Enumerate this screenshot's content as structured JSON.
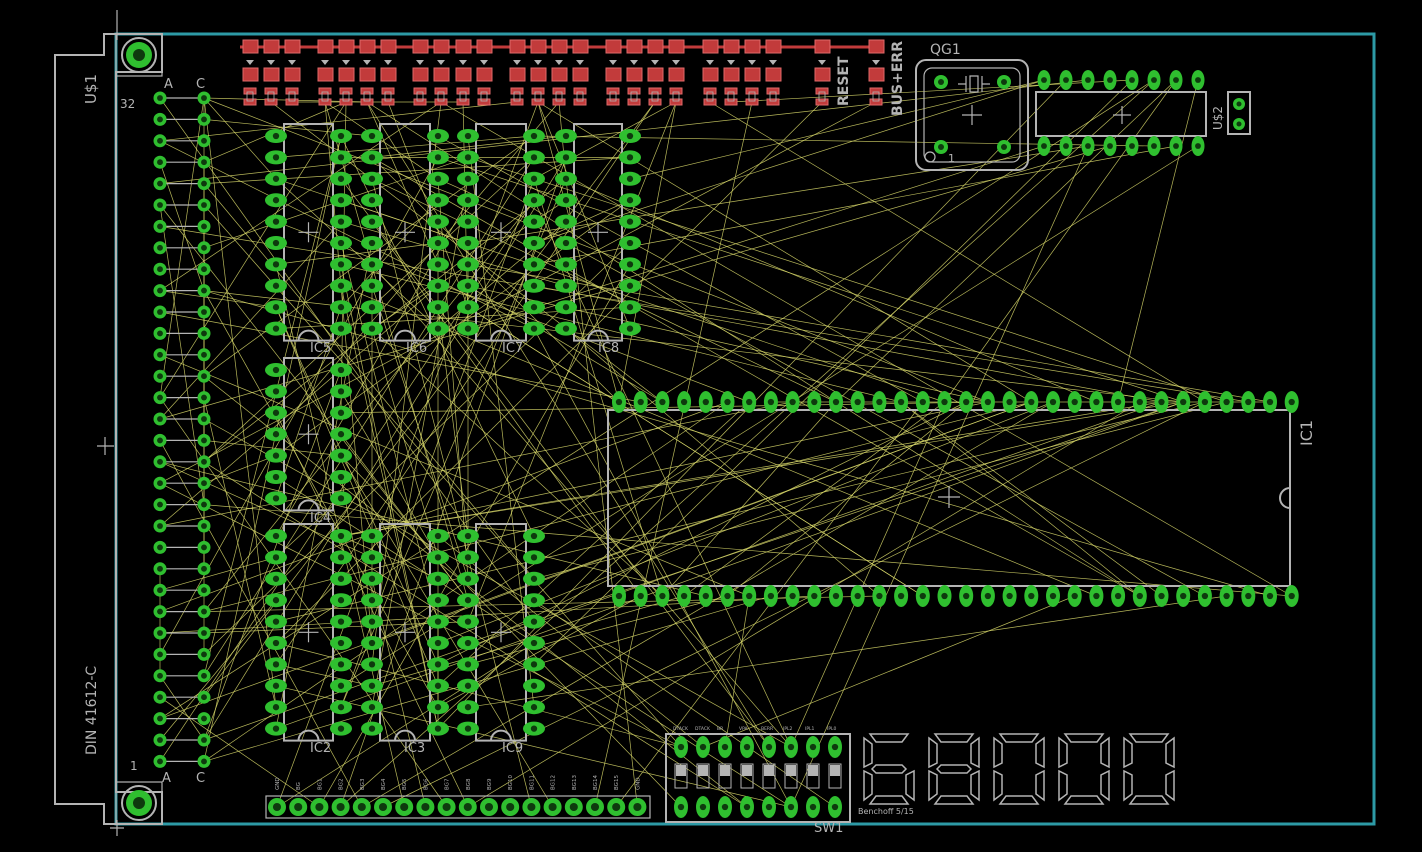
{
  "labels": {
    "connector_ref": "U$1",
    "connector_type": "DIN 41612-C",
    "row_a": "A",
    "row_c": "C",
    "pin_top": "32",
    "pin_bottom": "1",
    "osc_ref": "QG1",
    "osc_pin": "1",
    "u2_ref": "U$2",
    "reset": "RESET",
    "bus_err": "BUS+ERR",
    "cpu_ref": "IC1",
    "ic2": "IC2",
    "ic3": "IC3",
    "ic4": "IC4",
    "ic5": "IC5",
    "ic6": "IC6",
    "ic7": "IC7",
    "ic8": "IC8",
    "ic9": "IC9",
    "switch_ref": "SW1",
    "credit": "Benchoff 5/15",
    "title_digits": "68000"
  },
  "bottom_pin_labels": [
    "GND",
    "BG",
    "BG1",
    "BG2",
    "BG3",
    "BG4",
    "BG5",
    "BG6",
    "BG7",
    "BG8",
    "BG9",
    "BG10",
    "BG11",
    "BG12",
    "BG13",
    "BG14",
    "BG15",
    "GND"
  ],
  "switch_labels": [
    "DTACK",
    "DTACK",
    "BR",
    "VPA",
    "BERR",
    "IPL2",
    "IPL1",
    "IPL0"
  ],
  "colors": {
    "background": "#000000",
    "board_outline": "#2d9aa6",
    "silkscreen": "#b4b4b4",
    "pad": "#2fbf2f",
    "smd_pad": "#c23b3b",
    "ratsnest": "#d8d86a"
  }
}
